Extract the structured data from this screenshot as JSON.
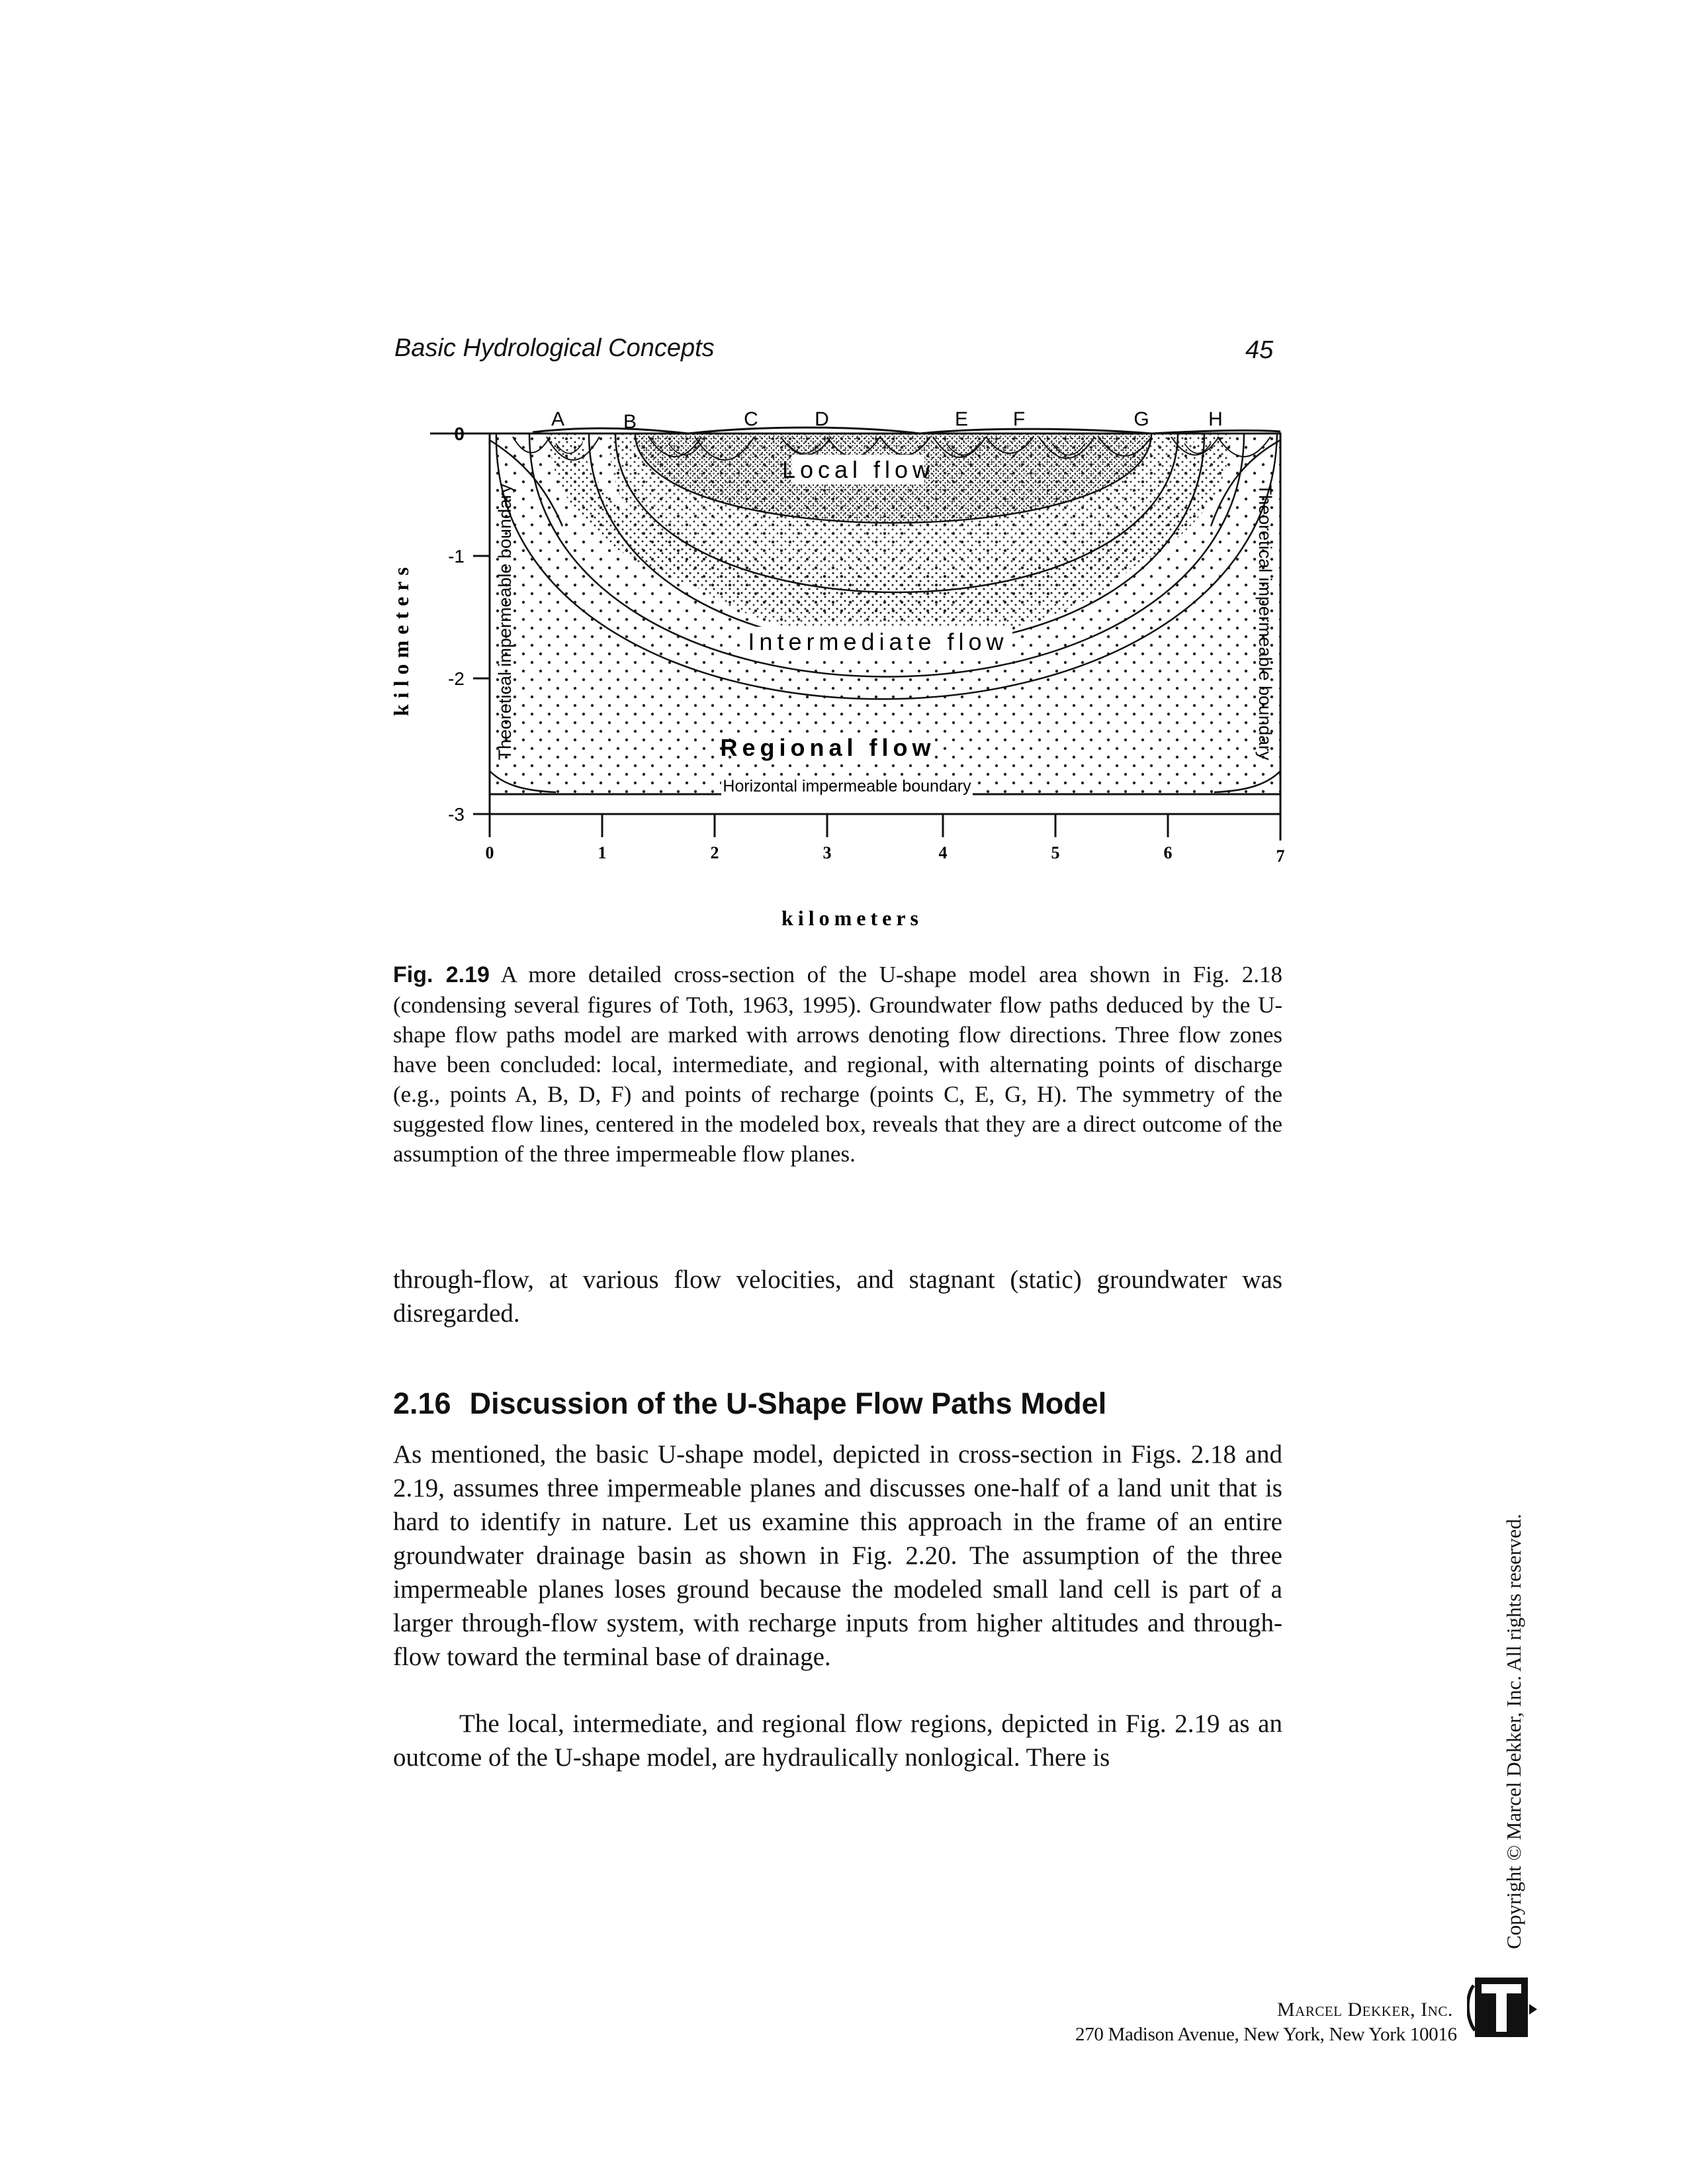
{
  "header": {
    "running_head": "Basic Hydrological Concepts",
    "page_number": "45"
  },
  "figure": {
    "points": [
      "A",
      "B",
      "C",
      "D",
      "E",
      "F",
      "G",
      "H"
    ],
    "y_ticks": [
      "0",
      "-1",
      "-2",
      "-3"
    ],
    "y_axis_label": "kilometers",
    "x_ticks": [
      "0",
      "1",
      "2",
      "3",
      "4",
      "5",
      "6",
      "7"
    ],
    "x_axis_label": "kilometers",
    "labels": {
      "local": "Local flow",
      "intermediate": "Intermediate flow",
      "regional": "Regional flow",
      "bottom_boundary": "Horizontal impermeable boundary",
      "left_boundary": "Theoretical impermeable boundary",
      "right_boundary": "Theoretical impermeable boundary"
    }
  },
  "caption": {
    "label": "Fig. 2.19",
    "text": "A more detailed cross-section of the U-shape model area shown in Fig. 2.18 (condensing several figures of Toth, 1963, 1995). Groundwater flow paths deduced by the U-shape flow paths model are marked with arrows denoting flow directions. Three flow zones have been concluded: local, intermediate, and regional, with alternating points of discharge (e.g., points A, B, D, F) and points of recharge (points C, E, G, H). The symmetry of the suggested flow lines, centered in the modeled box, reveals that they are a direct outcome of the assumption of the three impermeable flow planes."
  },
  "body": {
    "para1": "through-flow, at various flow velocities, and stagnant (static) groundwater was disregarded.",
    "section_number": "2.16",
    "section_title": "Discussion of the U-Shape Flow Paths Model",
    "para2": "As mentioned, the basic U-shape model, depicted in cross-section in Figs. 2.18 and 2.19, assumes three impermeable planes and discusses one-half of a land unit that is hard to identify in nature. Let us examine this approach in the frame of an entire groundwater drainage basin as shown in Fig. 2.20. The assumption of the three impermeable planes loses ground because the modeled small land cell is part of a larger through-flow system, with recharge inputs from higher altitudes and through-flow toward the terminal base of drainage.",
    "para3": "The local, intermediate, and regional flow regions, depicted in Fig. 2.19 as an outcome of the U-shape model, are hydraulically nonlogical. There is"
  },
  "copyright": "Copyright © Marcel Dekker, Inc. All rights reserved.",
  "publisher": {
    "name": "Marcel Dekker, Inc.",
    "address": "270 Madison Avenue, New York, New York 10016"
  }
}
